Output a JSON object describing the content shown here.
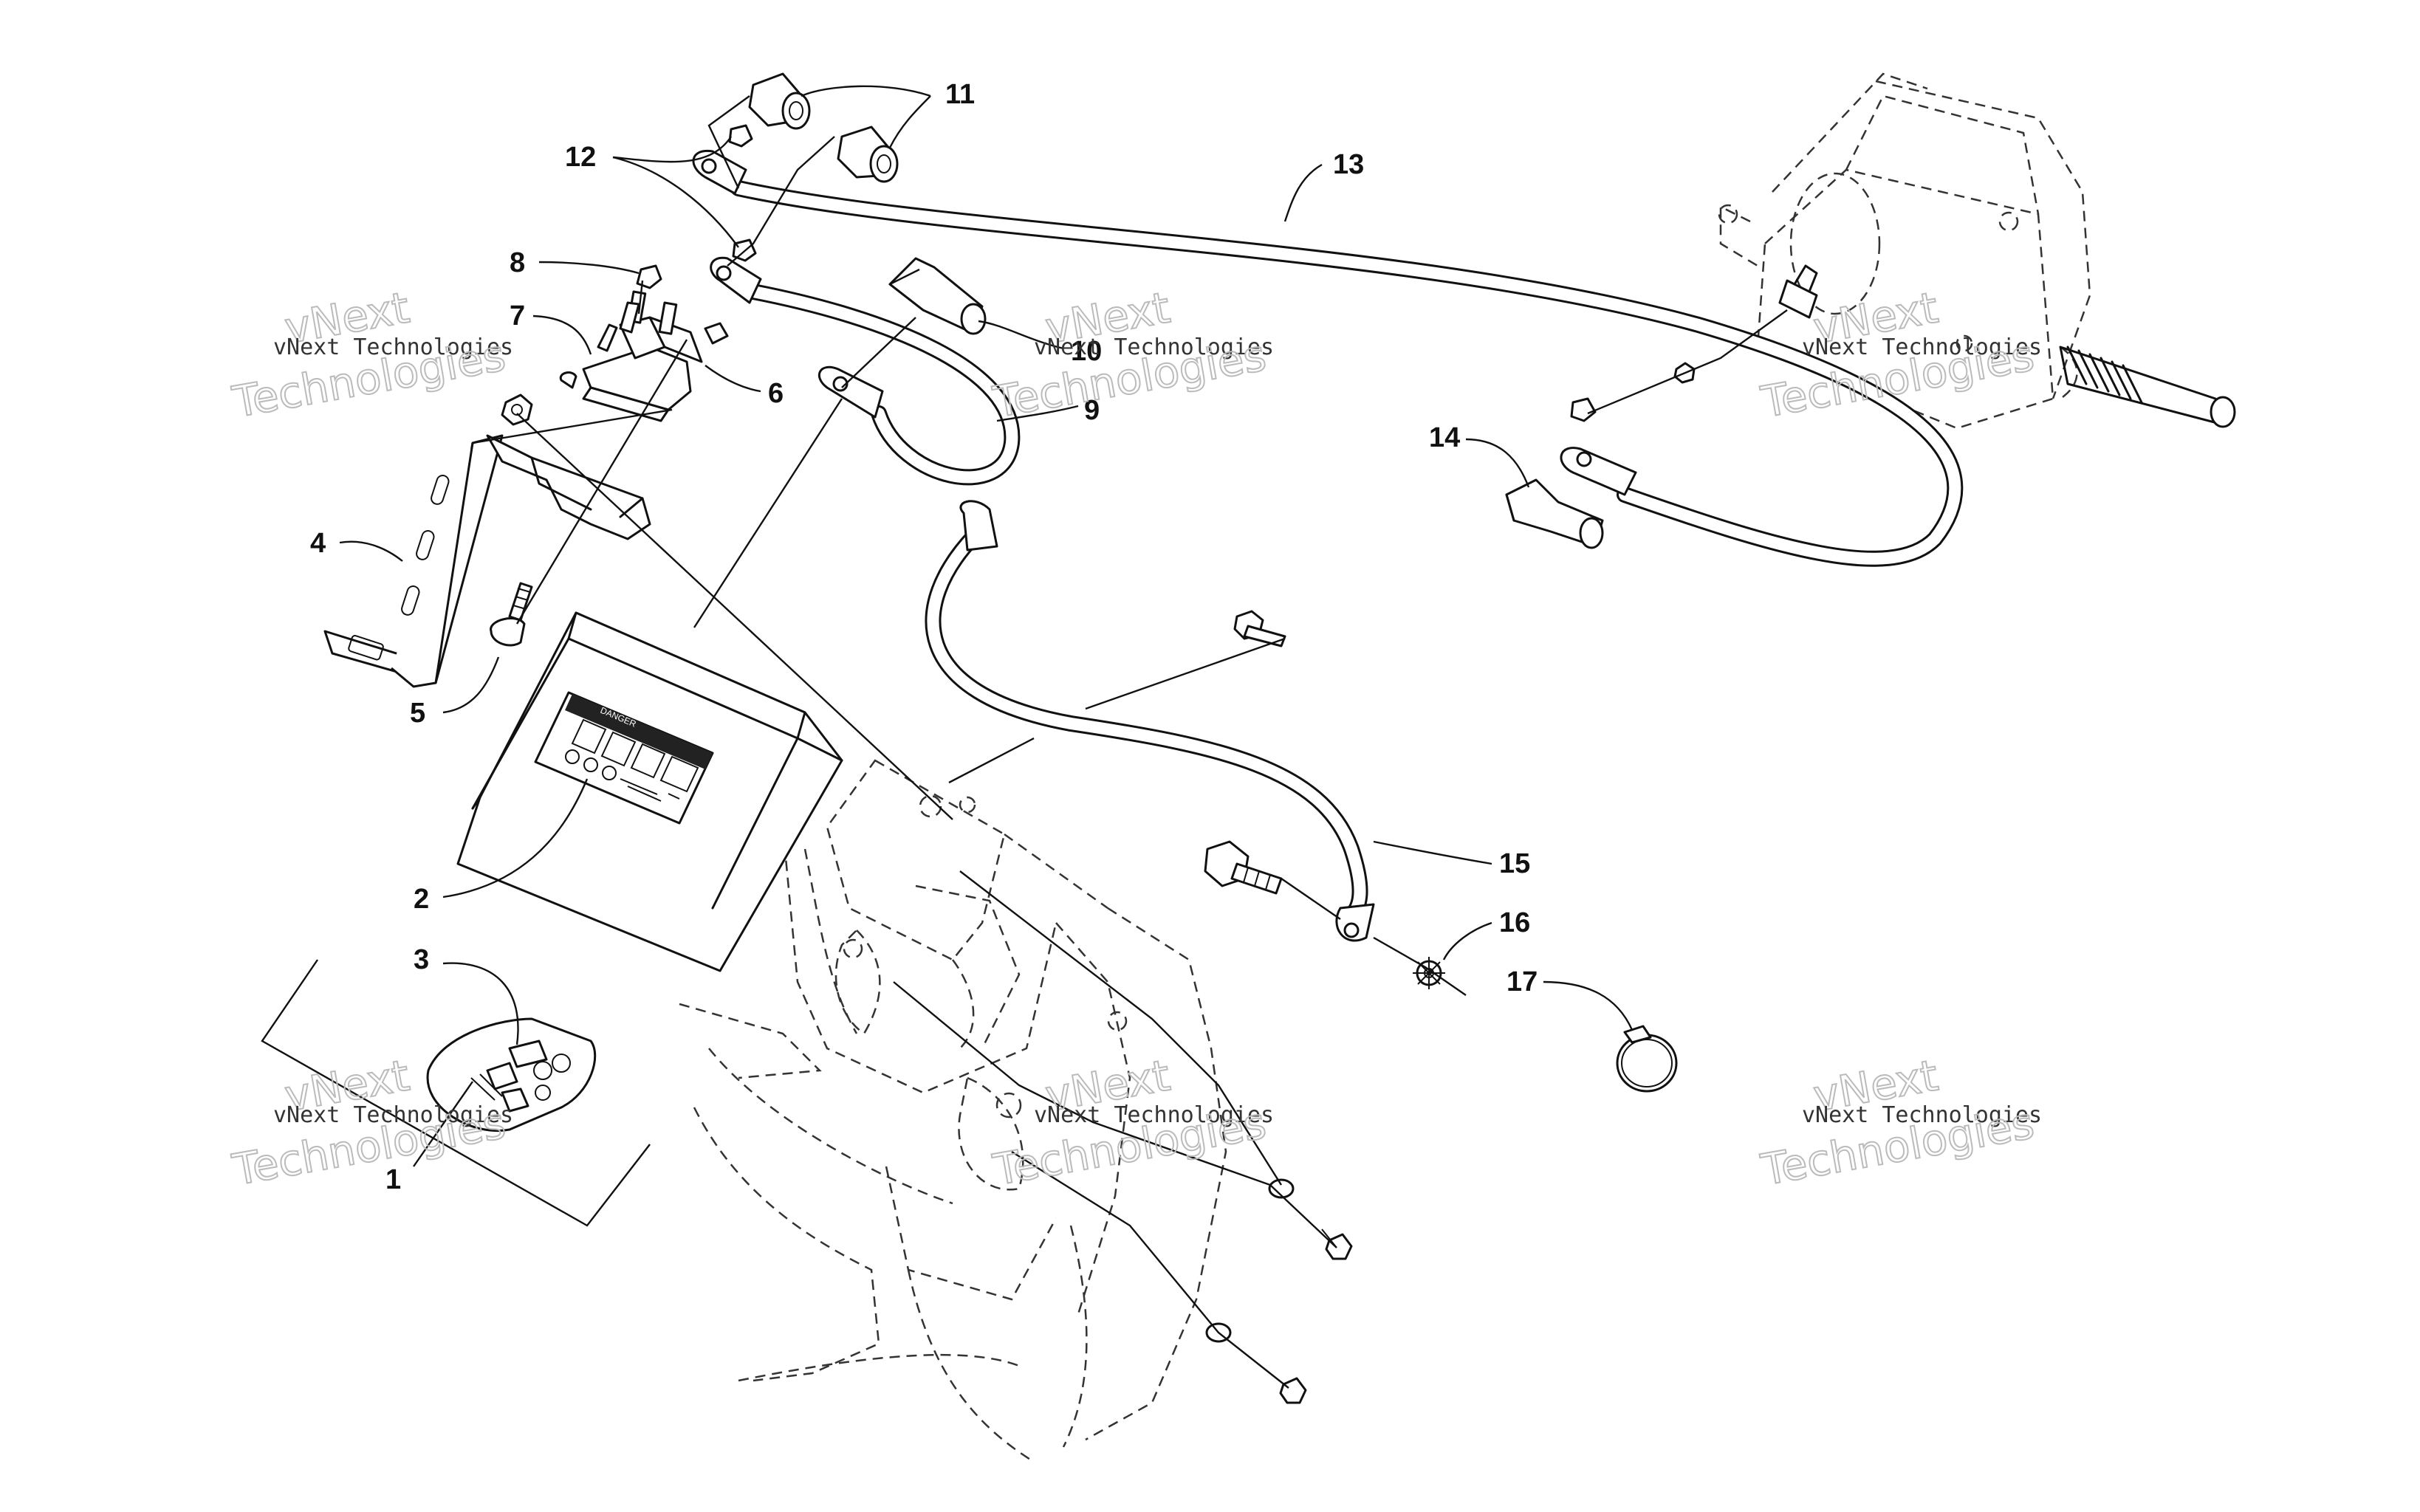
{
  "watermark": {
    "line1": "vNext",
    "line2": "vNext Technologies",
    "line3": "Technologies"
  },
  "callouts": [
    "1",
    "2",
    "3",
    "4",
    "5",
    "6",
    "7",
    "8",
    "9",
    "10",
    "11",
    "12",
    "13",
    "14",
    "15",
    "16",
    "17"
  ],
  "label": {
    "danger": "DANGER"
  }
}
